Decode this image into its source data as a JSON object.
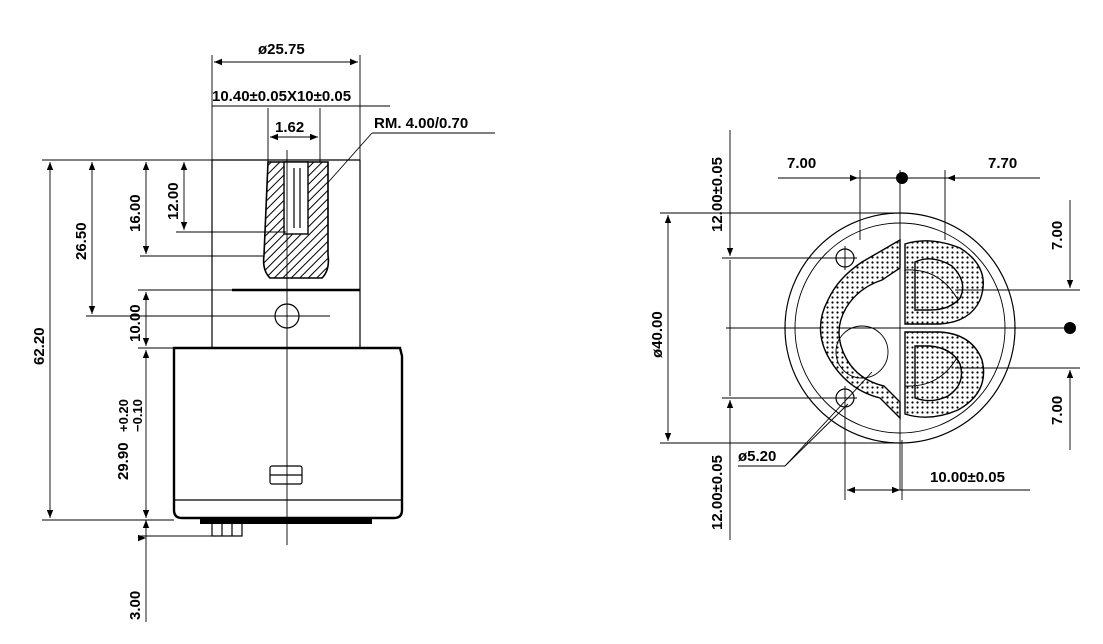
{
  "side_view": {
    "dimensions": {
      "top_diameter": "ø25.75",
      "spline": "10.40±0.05X10±0.05",
      "slot_width": "1.62",
      "radius_note": "RM. 4.00/0.70",
      "overall_height": "62.20",
      "stem_height": "26.50",
      "spline_depth": "16.00",
      "slot_depth": "12.00",
      "neck_height": "10.00",
      "body_height": "29.90",
      "body_tol_plus": "+0.20",
      "body_tol_minus": "−0.10",
      "base_pin_height": "3.00"
    }
  },
  "bottom_view": {
    "dimensions": {
      "left_offset": "7.00",
      "right_offset": "7.70",
      "top_upper": "12.00±0.05",
      "right_upper": "7.00",
      "diameter": "ø40.00",
      "right_lower": "7.00",
      "bottom_lower": "12.00±0.05",
      "hole_diameter": "ø5.20",
      "center_offset": "10.00±0.05"
    }
  }
}
